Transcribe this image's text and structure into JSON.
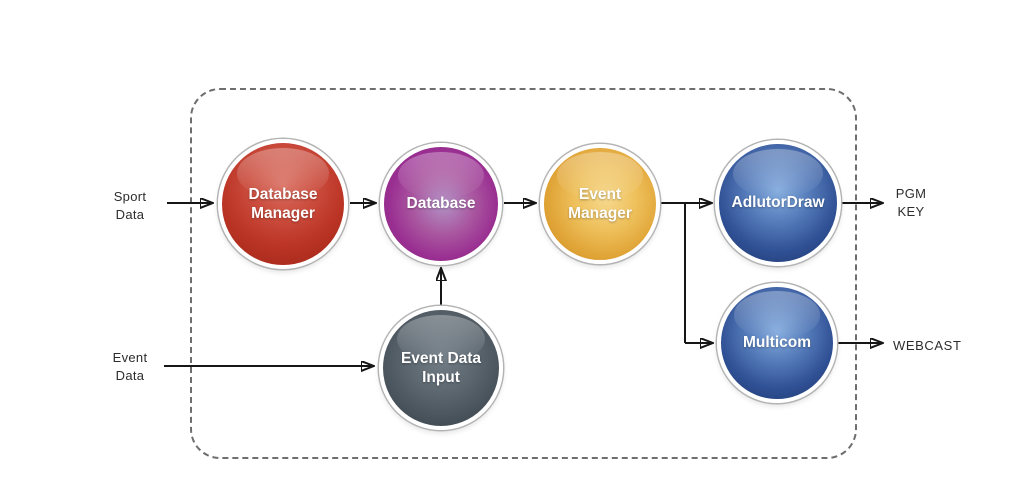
{
  "nodes": {
    "database_manager": {
      "label": "Database\nManager",
      "color": "#bc3526"
    },
    "database": {
      "label": "Database",
      "color": "#9a2f92"
    },
    "event_manager": {
      "label": "Event\nManager",
      "color": "#e0a437"
    },
    "adlutordraw": {
      "label": "AdlutorDraw",
      "color": "#2f5094"
    },
    "multicom": {
      "label": "Multicom",
      "color": "#2f5094"
    },
    "event_data_input": {
      "label": "Event Data\nInput",
      "color": "#49535c"
    }
  },
  "inputs": {
    "sport_data": "Sport\nData",
    "event_data": "Event\nData"
  },
  "outputs": {
    "pgm_key": "PGM\nKEY",
    "webcast": "WEBCAST"
  },
  "edges": [
    {
      "from": "sport_data",
      "to": "database_manager"
    },
    {
      "from": "database_manager",
      "to": "database"
    },
    {
      "from": "database",
      "to": "event_manager"
    },
    {
      "from": "event_manager",
      "to": "adlutordraw"
    },
    {
      "from": "event_manager",
      "to": "multicom"
    },
    {
      "from": "adlutordraw",
      "to": "pgm_key"
    },
    {
      "from": "multicom",
      "to": "webcast"
    },
    {
      "from": "event_data",
      "to": "event_data_input"
    },
    {
      "from": "event_data_input",
      "to": "database"
    }
  ],
  "style": {
    "arrow_color": "#161616",
    "boundary_border_color": "#6e6e6e",
    "background": "#ffffff"
  }
}
